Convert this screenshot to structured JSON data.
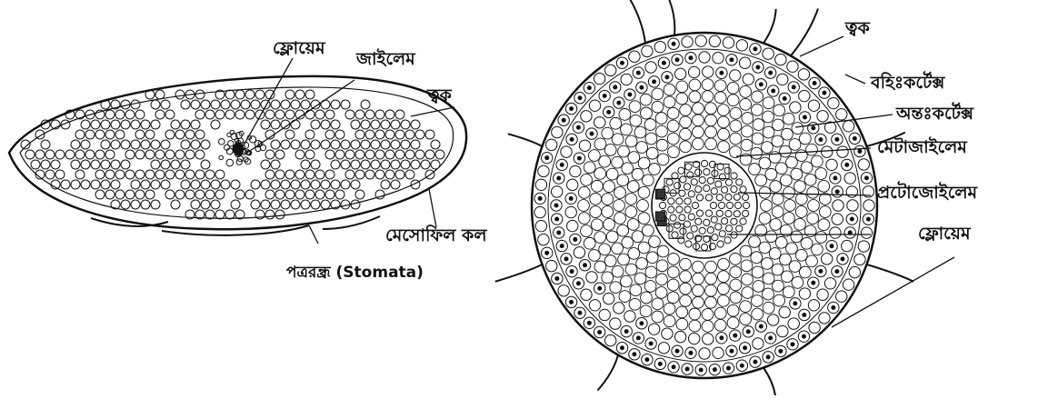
{
  "leaf_section": {
    "labels": {
      "phloem": "ফ্লোয়েম",
      "xylem": "জাইলেম",
      "epidermis": "ত্বক",
      "mesophyll": "মেসোফিল কল",
      "stomata": "পত্ররন্ধ্র (Stomata)"
    }
  },
  "root_section": {
    "labels": {
      "epidermis": "ত্বক",
      "outer_cortex": "বহিঃকর্টেক্স",
      "inner_cortex": "অন্তঃকর্টেক্স",
      "metaxylem": "মেটাজাইলেম",
      "protoxylem": "প্রটোজোইলেম",
      "phloem": "ফ্লোয়েম"
    }
  },
  "colors": {
    "ink": "#111111",
    "paper": "#ffffff"
  }
}
